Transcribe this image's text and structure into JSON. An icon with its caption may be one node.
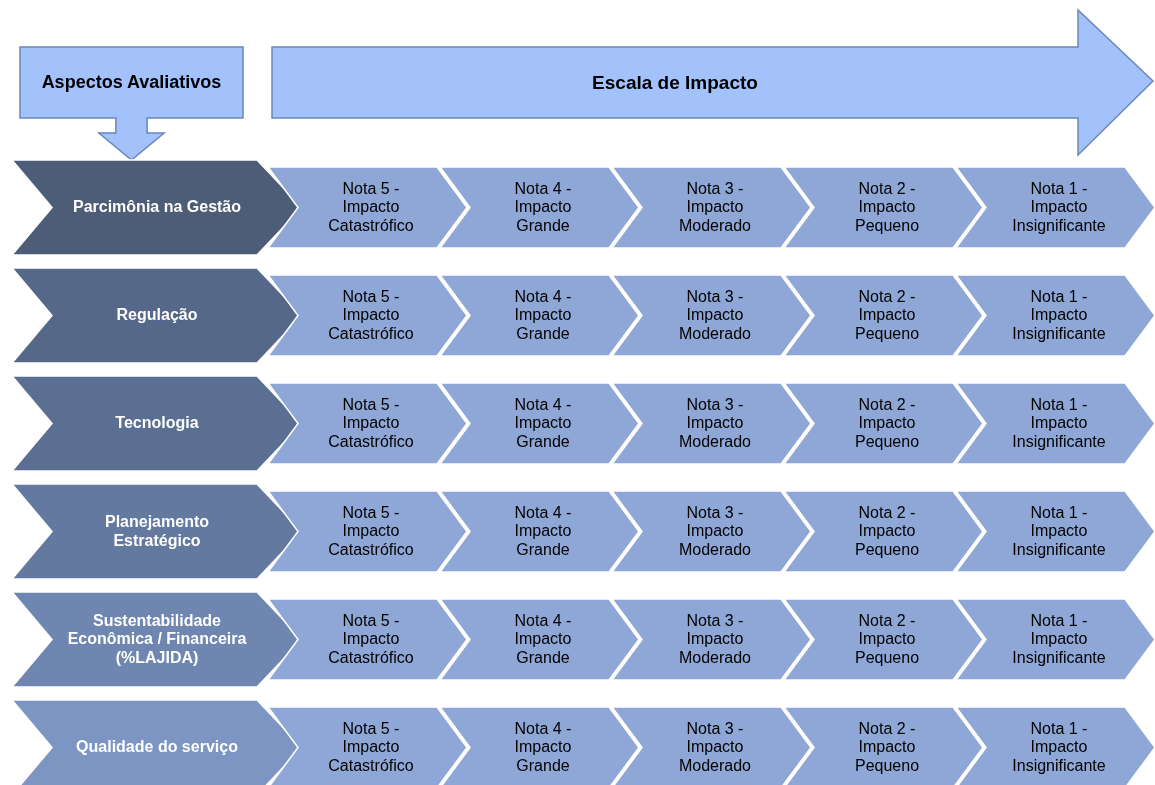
{
  "diagram": {
    "nodes": [
      {
        "text": [
          "Aspectos Avaliativos"
        ]
      },
      {
        "text": [
          "Escala de Impacto"
        ]
      },
      {
        "text": [
          "Parcimônia na Gestão"
        ]
      },
      {
        "text": [
          "Nota 5 - Impacto Catastrófico"
        ]
      },
      {
        "text": [
          "Nota 4 - Impacto Grande"
        ]
      },
      {
        "text": [
          "Nota 3 - Impacto Moderado"
        ]
      },
      {
        "text": [
          "Nota 2 - Impacto Pequeno"
        ]
      },
      {
        "text": [
          "Nota 1 - Impacto Insignificante"
        ]
      },
      {
        "text": [
          "Regulação"
        ]
      },
      {
        "text": [
          "Nota 5 - Impacto Catastrófico"
        ]
      },
      {
        "text": [
          "Nota 4 - Impacto Grande"
        ]
      },
      {
        "text": [
          "Nota 3 - Impacto Moderado"
        ]
      },
      {
        "text": [
          "Nota 2 - Impacto Pequeno"
        ]
      },
      {
        "text": [
          "Nota 1 - Impacto Insignificante"
        ]
      },
      {
        "text": [
          "Tecnologia"
        ]
      },
      {
        "text": [
          "Nota 5 - Impacto Catastrófico"
        ]
      },
      {
        "text": [
          "Nota 4 - Impacto Grande"
        ]
      },
      {
        "text": [
          "Nota 3 - Impacto Moderado"
        ]
      },
      {
        "text": [
          "Nota 2 - Impacto Pequeno"
        ]
      },
      {
        "text": [
          "Nota 1 - Impacto Insignificante"
        ]
      },
      {
        "text": [
          "Planejamento Estratégico"
        ]
      },
      {
        "text": [
          "Nota 5 - Impacto Catastrófico"
        ]
      },
      {
        "text": [
          "Nota 4 - Impacto Grande"
        ]
      },
      {
        "text": [
          "Nota 3 - Impacto Moderado"
        ]
      },
      {
        "text": [
          "Nota 2 - Impacto Pequeno"
        ]
      },
      {
        "text": [
          "Nota 1 - Impacto Insignificante"
        ]
      },
      {
        "text": [
          "Sustentabilidade Econômica / Financeira (%LAJIDA)"
        ]
      },
      {
        "text": [
          "Nota 5 - Impacto Catastrófico"
        ]
      },
      {
        "text": [
          "Nota 4 - Impacto Grande"
        ]
      },
      {
        "text": [
          "Nota 3 - Impacto Moderado"
        ]
      },
      {
        "text": [
          "Nota 2 - Impacto Pequeno"
        ]
      },
      {
        "text": [
          "Nota 1 - Impacto Insignificante"
        ]
      },
      {
        "text": [
          "Qualidade do serviço"
        ]
      },
      {
        "text": [
          "Nota 5 - Impacto Catastrófico"
        ]
      },
      {
        "text": [
          "Nota 4 - Impacto Grande"
        ]
      },
      {
        "text": [
          "Nota 3 - Impacto Moderado"
        ]
      },
      {
        "text": [
          "Nota 2 - Impacto Pequeno"
        ]
      },
      {
        "text": [
          "Nota 1 - Impacto Insignificante"
        ]
      }
    ]
  }
}
